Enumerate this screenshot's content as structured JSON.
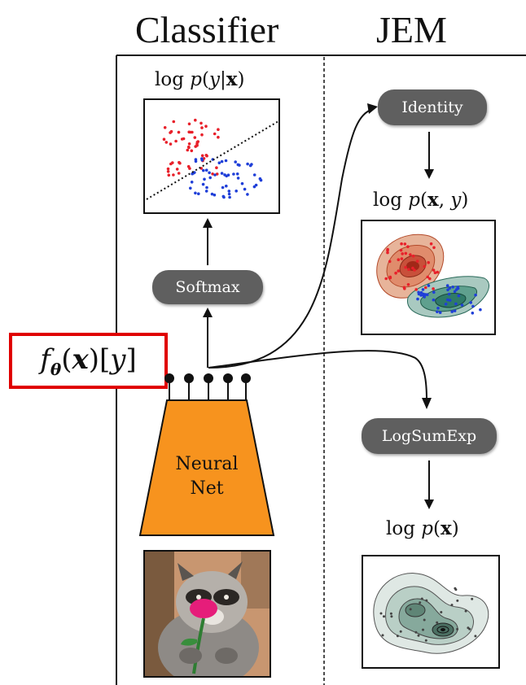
{
  "columns": {
    "left_title": "Classifier",
    "right_title": "JEM"
  },
  "classifier": {
    "output_label": {
      "prefix": "log ",
      "p": "p",
      "open": "(",
      "y": "y",
      "bar": "|",
      "x": "x",
      "close": ")"
    },
    "softmax_label": "Softmax",
    "logits_label": {
      "f": "f",
      "theta": "θ",
      "open": "(",
      "x": "x",
      "mid": ")[",
      "y": "y",
      "close": "]"
    },
    "network_label_line1": "Neural",
    "network_label_line2": "Net"
  },
  "jem": {
    "identity_label": "Identity",
    "joint_label": {
      "prefix": "log ",
      "p": "p",
      "open": "(",
      "x": "x",
      "comma": ", ",
      "y": "y",
      "close": ")"
    },
    "logsumexp_label": "LogSumExp",
    "marginal_label": {
      "prefix": "log ",
      "p": "p",
      "open": "(",
      "x": "x",
      "close": ")"
    }
  },
  "colors": {
    "class_a": "#e8202a",
    "class_b": "#1f3fd8",
    "network_fill": "#f7931e",
    "pill_fill": "#5f5f5f",
    "highlight_border": "#e00000"
  }
}
